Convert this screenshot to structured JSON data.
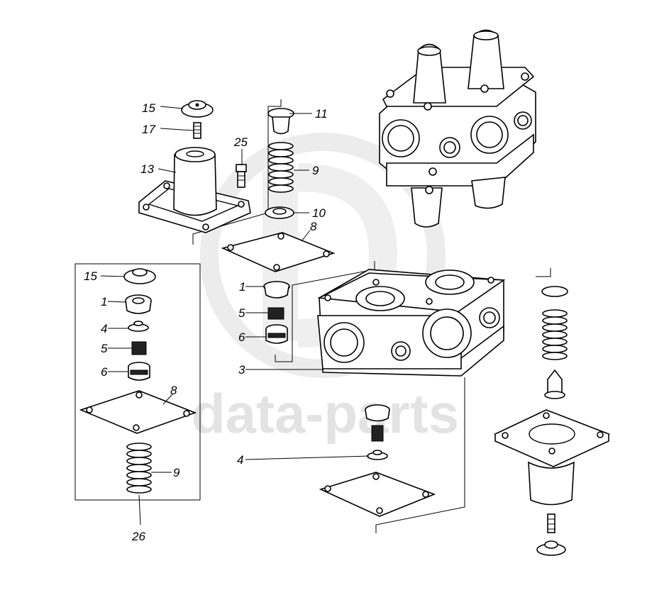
{
  "watermark": {
    "text": "data-parts",
    "logo": "dp-logo"
  },
  "callouts": [
    "1",
    "1",
    "3",
    "4",
    "4",
    "5",
    "5",
    "6",
    "6",
    "8",
    "8",
    "9",
    "9",
    "10",
    "11",
    "13",
    "15",
    "15",
    "17",
    "25",
    "26"
  ],
  "icons": [
    "valve-assembly",
    "valve-body",
    "spring",
    "gasket",
    "cap",
    "piston",
    "bolt",
    "housing-cover"
  ]
}
